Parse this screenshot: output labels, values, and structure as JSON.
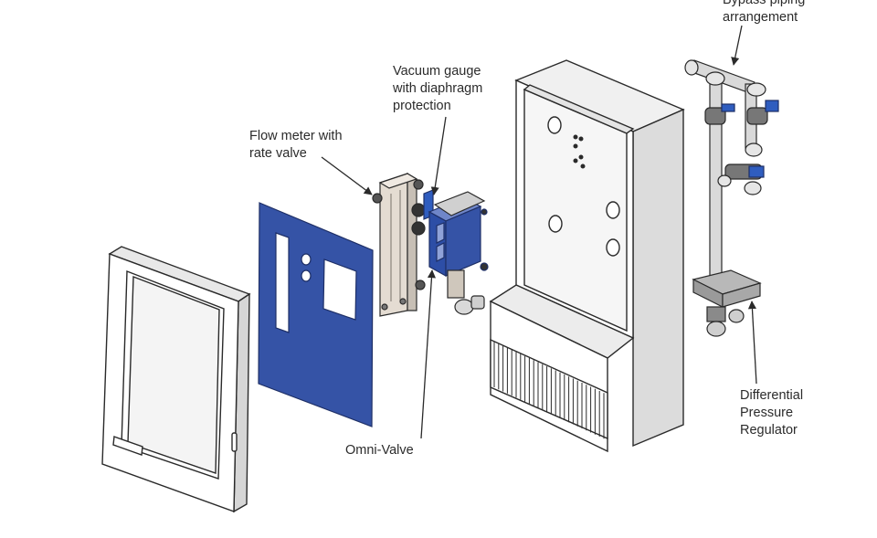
{
  "labels": {
    "bypass": "Bypass piping\narrangement",
    "vacuum": "Vacuum gauge\nwith diaphragm\nprotection",
    "flow": "Flow meter with\nrate valve",
    "omni": "Omni-Valve",
    "dpr": "Differential\nPressure\nRegulator"
  },
  "colors": {
    "panel_blue": "#3553a6",
    "accent_blue": "#2f5dbf",
    "line": "#2a2a2a",
    "housing_fill": "#ffffff",
    "shade": "#c9c9c9",
    "metal": "#d9d9d9"
  }
}
